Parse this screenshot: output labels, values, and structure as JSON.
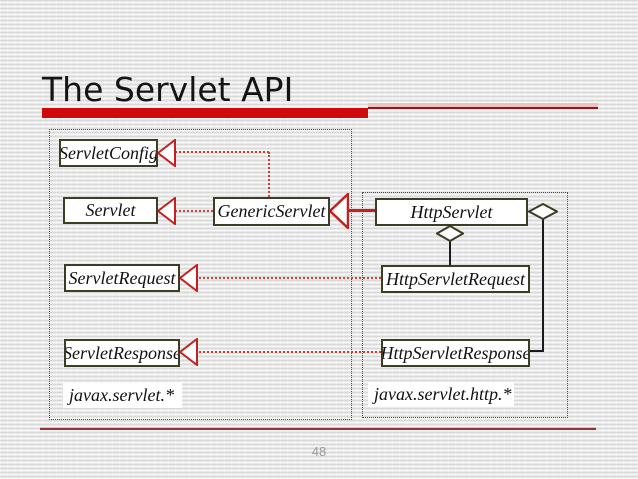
{
  "slide": {
    "title": "The Servlet API",
    "page_number": "48"
  },
  "diagram": {
    "classes": {
      "servlet_config": "ServletConfig",
      "servlet": "Servlet",
      "generic_servlet": "GenericServlet",
      "http_servlet": "HttpServlet",
      "servlet_request": "ServletRequest",
      "http_servlet_request": "HttpServletRequest",
      "servlet_response": "ServletResponse",
      "http_servlet_response": "HttpServletResponse"
    },
    "packages": {
      "left": {
        "label": "javax.servlet.*",
        "members": [
          "ServletConfig",
          "Servlet",
          "ServletRequest",
          "ServletResponse"
        ]
      },
      "right": {
        "label": "javax.servlet.http.*",
        "members": [
          "HttpServlet",
          "HttpServletRequest",
          "HttpServletResponse"
        ]
      }
    },
    "relationships": [
      {
        "from": "GenericServlet",
        "to": "ServletConfig",
        "type": "realizes",
        "line": "dotted-red"
      },
      {
        "from": "GenericServlet",
        "to": "Servlet",
        "type": "realizes",
        "line": "dotted-red"
      },
      {
        "from": "HttpServlet",
        "to": "GenericServlet",
        "type": "extends",
        "line": "solid-red"
      },
      {
        "from": "HttpServlet",
        "to": "HttpServletRequest",
        "type": "aggregates",
        "line": "solid-black"
      },
      {
        "from": "HttpServlet",
        "to": "HttpServletResponse",
        "type": "aggregates",
        "line": "solid-black"
      },
      {
        "from": "HttpServletRequest",
        "to": "ServletRequest",
        "type": "realizes",
        "line": "dotted-red"
      },
      {
        "from": "HttpServletResponse",
        "to": "ServletResponse",
        "type": "realizes",
        "line": "dotted-red"
      }
    ]
  },
  "colors": {
    "accent_red": "#cf0a0a",
    "connector_red": "#c42020",
    "dotted_red": "#cc4433",
    "box_border_olive": "#3d3d24",
    "page_number_gray": "#9a9a9a"
  }
}
